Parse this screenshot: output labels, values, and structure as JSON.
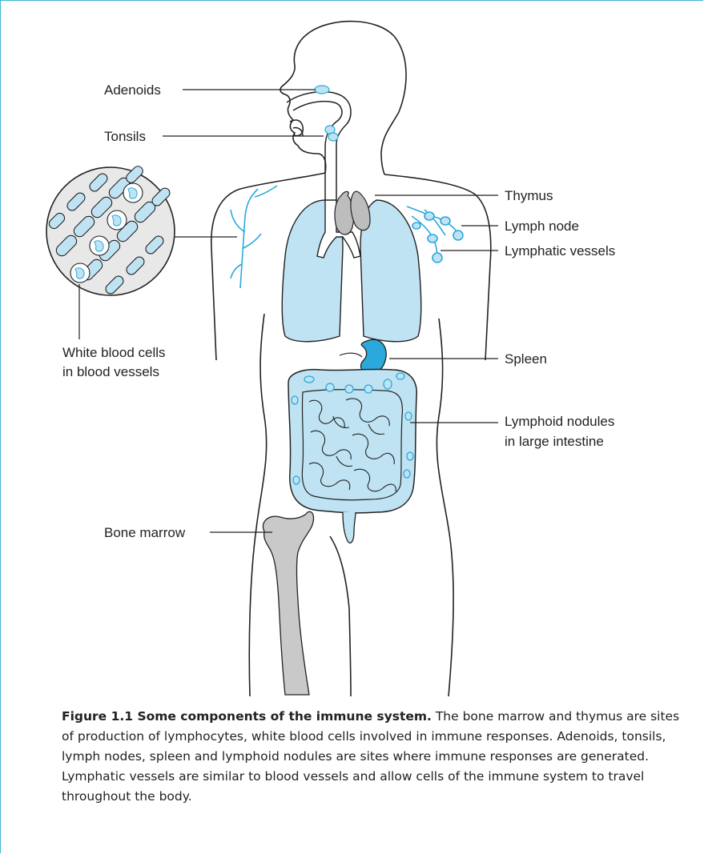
{
  "diagram": {
    "labels": {
      "adenoids": "Adenoids",
      "tonsils": "Tonsils",
      "thymus": "Thymus",
      "lymph_node": "Lymph node",
      "lymphatic_vessels": "Lymphatic vessels",
      "wbc_line1": "White blood cells",
      "wbc_line2": "in blood vessels",
      "spleen": "Spleen",
      "nodules_line1": "Lymphoid nodules",
      "nodules_line2": "in large intestine",
      "bone_marrow": "Bone marrow"
    },
    "colors": {
      "organ_fill": "#bfe3f2",
      "accent_blue": "#2ba9dc",
      "thymus_grey": "#bdbdbd",
      "bone_grey": "#c9c9c9",
      "outline": "#222222",
      "frame": "#3fb5d6"
    }
  },
  "caption": {
    "title": "Figure 1.1  Some components of the immune system.",
    "text": " The bone marrow and thymus are sites of production of lymphocytes, white blood cells involved in immune responses. Adenoids, tonsils, lymph nodes, spleen and lymphoid nodules are sites where immune responses are generated. Lymphatic vessels are similar to blood vessels and allow cells of the immune system to travel throughout the body."
  }
}
